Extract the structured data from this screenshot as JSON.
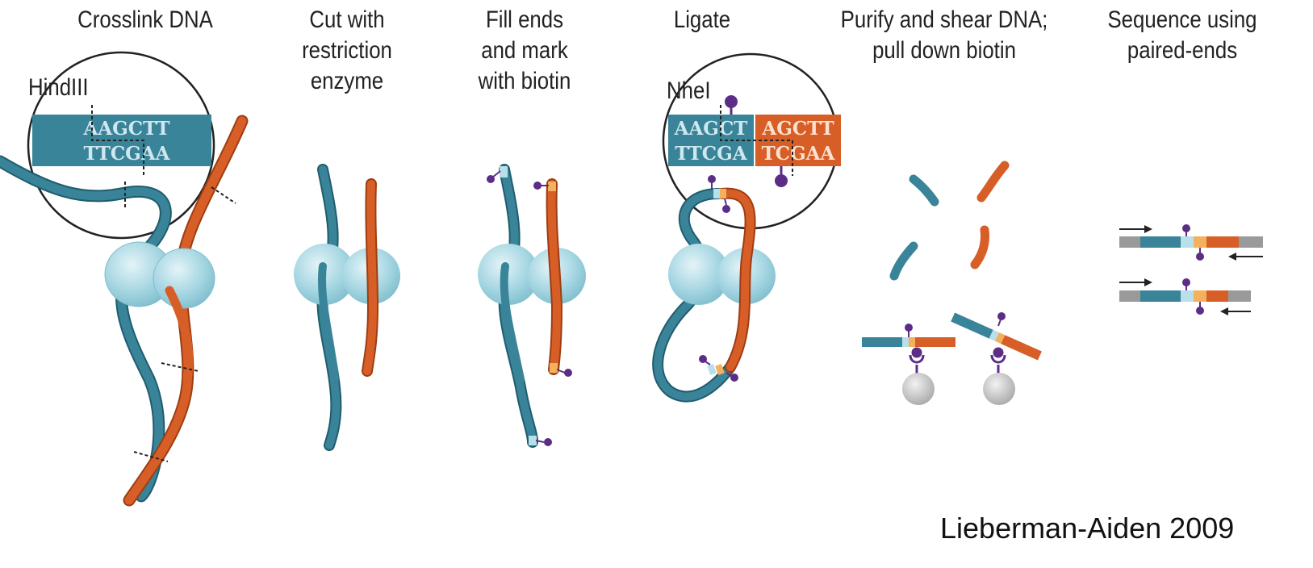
{
  "steps": [
    {
      "title": "Crosslink DNA"
    },
    {
      "title": "Cut with\nrestriction\nenzyme"
    },
    {
      "title": "Fill ends\nand mark\nwith biotin"
    },
    {
      "title": "Ligate"
    },
    {
      "title": "Purify and shear DNA;\npull down biotin"
    },
    {
      "title": "Sequence using\npaired-ends"
    }
  ],
  "site1": {
    "enzyme": "HindIII",
    "top": "AAGCTT",
    "bottom": "TTCGAA"
  },
  "site2": {
    "enzyme": "NheI",
    "top_left": "AAGCT",
    "top_right": "AGCTT",
    "bottom_left": "TTCGA",
    "bottom_right": "TCGAA"
  },
  "citation": "Lieberman-Aiden 2009",
  "colors": {
    "teal": "#3a8499",
    "orange": "#d75f27",
    "protein": "#a5d6e2",
    "biotin": "#5b2d86",
    "bead": "#c8c8c8",
    "read": "#9a9a9a"
  }
}
